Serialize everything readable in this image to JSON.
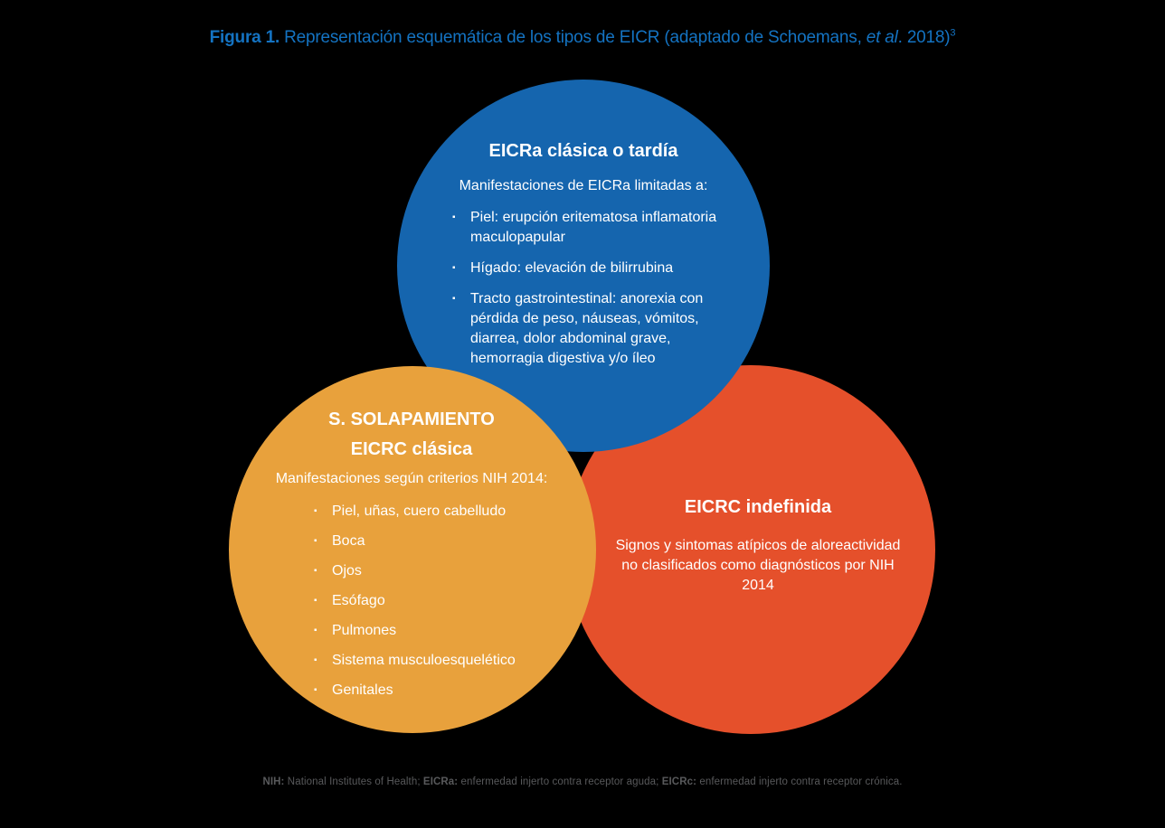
{
  "background_color": "#000000",
  "title": {
    "label": "Figura 1.",
    "text": " Representación esquemática de los tipos de EICR (adaptado de Schoemans, ",
    "etal": "et al",
    "text_after": ". 2018)",
    "superscript": "3",
    "color": "#1473C2"
  },
  "venn": {
    "acute": {
      "color": "#1565AE",
      "title": "EICRa clásica o tardía",
      "subtitle": "Manifestaciones de EICRa limitadas a:",
      "bullets": [
        "Piel: erupción eritematosa inflamatoria maculopapular",
        "Hígado: elevación de bilirrubina",
        "Tracto gastrointestinal: anorexia con pérdida de peso, náuseas, vómitos, diarrea, dolor abdominal grave, hemorragia digestiva y/o íleo"
      ]
    },
    "overlap": {
      "color": "#E8A13C",
      "title_line1": "S. SOLAPAMIENTO",
      "title_line2": "EICRC clásica",
      "subtitle": "Manifestaciones según criterios NIH 2014:",
      "bullets": [
        "Piel, uñas, cuero cabelludo",
        "Boca",
        "Ojos",
        "Esófago",
        "Pulmones",
        "Sistema musculoesquelético",
        "Genitales"
      ]
    },
    "undefined": {
      "color": "#E5502B",
      "title": "EICRC indefinida",
      "body": "Signos y sintomas atípicos de aloreactividad no clasificados como diagnósticos por NIH 2014"
    }
  },
  "footnote": {
    "color": "#58595B",
    "parts": [
      {
        "label": "NIH:",
        "text": " National Institutes of Health; "
      },
      {
        "label": "EICRa:",
        "text": " enfermedad injerto contra receptor aguda; "
      },
      {
        "label": "EICRc:",
        "text": " enfermedad injerto contra receptor crónica."
      }
    ]
  }
}
